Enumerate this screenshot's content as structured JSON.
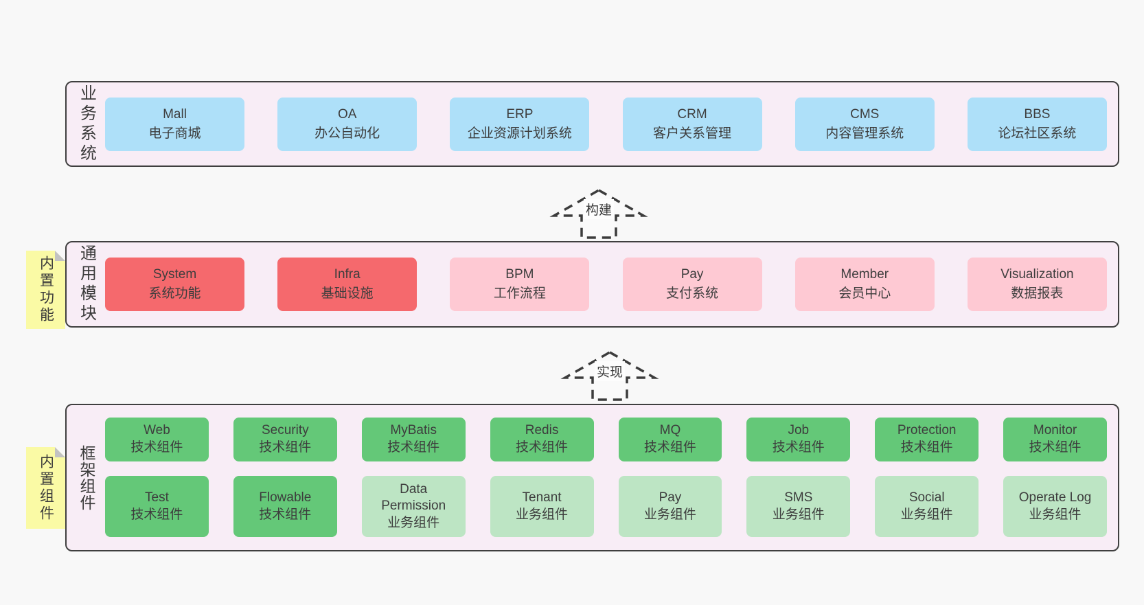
{
  "colors": {
    "page_bg": "#f8f8f8",
    "layer_bg": "#f8edf6",
    "layer_border": "#3f3f3f",
    "blue_box": "#aee0f9",
    "red_box": "#f5696d",
    "pink_box": "#fec9d3",
    "green_box": "#64c878",
    "lightgreen_box": "#bde5c4",
    "note_bg": "#fafaa5",
    "note_fold": "#c2c2c2",
    "text": "#3d3d3d"
  },
  "layers": {
    "business": {
      "label": "业务系统",
      "boxes": [
        {
          "name": "Mall",
          "desc": "电子商城",
          "variant": "blue"
        },
        {
          "name": "OA",
          "desc": "办公自动化",
          "variant": "blue"
        },
        {
          "name": "ERP",
          "desc": "企业资源计划系统",
          "variant": "blue"
        },
        {
          "name": "CRM",
          "desc": "客户关系管理",
          "variant": "blue"
        },
        {
          "name": "CMS",
          "desc": "内容管理系统",
          "variant": "blue"
        },
        {
          "name": "BBS",
          "desc": "论坛社区系统",
          "variant": "blue"
        }
      ]
    },
    "modules": {
      "label": "通用模块",
      "note": "内置功能",
      "boxes": [
        {
          "name": "System",
          "desc": "系统功能",
          "variant": "red"
        },
        {
          "name": "Infra",
          "desc": "基础设施",
          "variant": "red"
        },
        {
          "name": "BPM",
          "desc": "工作流程",
          "variant": "pink"
        },
        {
          "name": "Pay",
          "desc": "支付系统",
          "variant": "pink"
        },
        {
          "name": "Member",
          "desc": "会员中心",
          "variant": "pink"
        },
        {
          "name": "Visualization",
          "desc": "数据报表",
          "variant": "pink"
        }
      ]
    },
    "framework": {
      "label": "框架组件",
      "note": "内置组件",
      "boxes": [
        {
          "name": "Web",
          "desc": "技术组件",
          "variant": "green"
        },
        {
          "name": "Security",
          "desc": "技术组件",
          "variant": "green"
        },
        {
          "name": "MyBatis",
          "desc": "技术组件",
          "variant": "green"
        },
        {
          "name": "Redis",
          "desc": "技术组件",
          "variant": "green"
        },
        {
          "name": "MQ",
          "desc": "技术组件",
          "variant": "green"
        },
        {
          "name": "Job",
          "desc": "技术组件",
          "variant": "green"
        },
        {
          "name": "Protection",
          "desc": "技术组件",
          "variant": "green"
        },
        {
          "name": "Monitor",
          "desc": "技术组件",
          "variant": "green"
        },
        {
          "name": "Test",
          "desc": "技术组件",
          "variant": "green"
        },
        {
          "name": "Flowable",
          "desc": "技术组件",
          "variant": "green"
        },
        {
          "name": "Data\nPermission",
          "desc": "业务组件",
          "variant": "lightgreen"
        },
        {
          "name": "Tenant",
          "desc": "业务组件",
          "variant": "lightgreen"
        },
        {
          "name": "Pay",
          "desc": "业务组件",
          "variant": "lightgreen"
        },
        {
          "name": "SMS",
          "desc": "业务组件",
          "variant": "lightgreen"
        },
        {
          "name": "Social",
          "desc": "业务组件",
          "variant": "lightgreen"
        },
        {
          "name": "Operate Log",
          "desc": "业务组件",
          "variant": "lightgreen"
        }
      ]
    }
  },
  "arrows": {
    "build": "构建",
    "implement": "实现"
  }
}
